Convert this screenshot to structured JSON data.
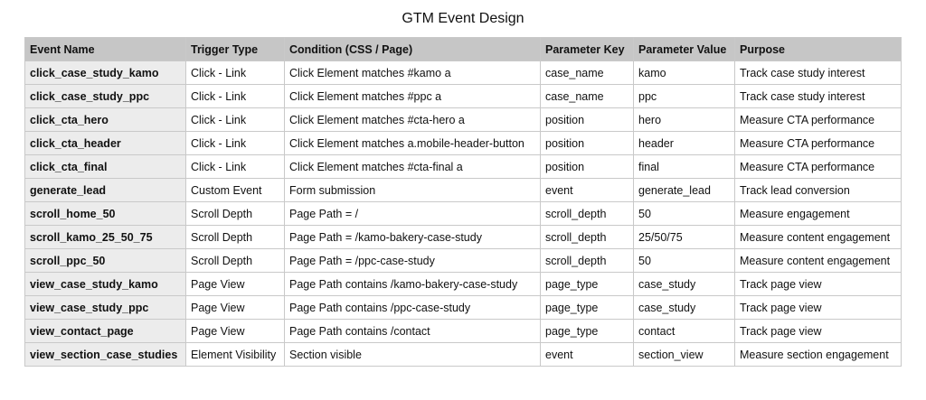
{
  "title": "GTM Event Design",
  "table": {
    "headers": [
      "Event Name",
      "Trigger Type",
      "Condition (CSS / Page)",
      "Parameter Key",
      "Parameter Value",
      "Purpose"
    ],
    "rows": [
      [
        "click_case_study_kamo",
        "Click - Link",
        "Click Element matches #kamo a",
        "case_name",
        "kamo",
        "Track case study interest"
      ],
      [
        "click_case_study_ppc",
        "Click - Link",
        "Click Element matches #ppc a",
        "case_name",
        "ppc",
        "Track case study interest"
      ],
      [
        "click_cta_hero",
        "Click - Link",
        "Click Element matches #cta-hero a",
        "position",
        "hero",
        "Measure CTA performance"
      ],
      [
        "click_cta_header",
        "Click - Link",
        "Click Element matches a.mobile-header-button",
        "position",
        "header",
        "Measure CTA performance"
      ],
      [
        "click_cta_final",
        "Click - Link",
        "Click Element matches #cta-final a",
        "position",
        "final",
        "Measure CTA performance"
      ],
      [
        "generate_lead",
        "Custom Event",
        "Form submission",
        "event",
        "generate_lead",
        "Track lead conversion"
      ],
      [
        "scroll_home_50",
        "Scroll Depth",
        "Page Path = /",
        "scroll_depth",
        "50",
        "Measure engagement"
      ],
      [
        "scroll_kamo_25_50_75",
        "Scroll Depth",
        "Page Path = /kamo-bakery-case-study",
        "scroll_depth",
        "25/50/75",
        "Measure content engagement"
      ],
      [
        "scroll_ppc_50",
        "Scroll Depth",
        "Page Path = /ppc-case-study",
        "scroll_depth",
        "50",
        "Measure content engagement"
      ],
      [
        "view_case_study_kamo",
        "Page View",
        "Page Path contains /kamo-bakery-case-study",
        "page_type",
        "case_study",
        "Track page view"
      ],
      [
        "view_case_study_ppc",
        "Page View",
        "Page Path contains /ppc-case-study",
        "page_type",
        "case_study",
        "Track page view"
      ],
      [
        "view_contact_page",
        "Page View",
        "Page Path contains /contact",
        "page_type",
        "contact",
        "Track page view"
      ],
      [
        "view_section_case_studies",
        "Element Visibility",
        "Section visible",
        "event",
        "section_view",
        "Measure section engagement"
      ]
    ]
  }
}
